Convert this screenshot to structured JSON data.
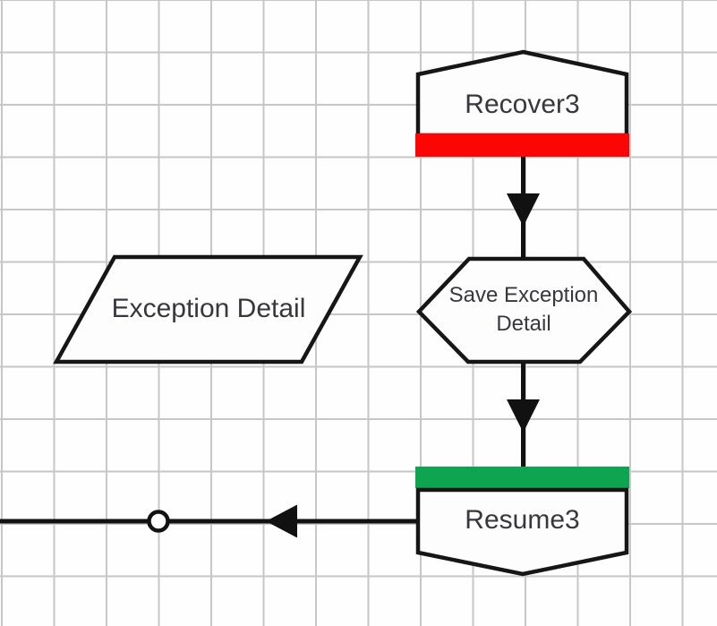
{
  "diagram": {
    "recover_stage": {
      "label": "Recover3"
    },
    "save_exception_stage": {
      "label": "Save Exception Detail"
    },
    "resume_stage": {
      "label": "Resume3"
    },
    "exception_detail_data_item": {
      "label": "Exception Detail"
    },
    "colors": {
      "recover_bar_red": "#fb0505",
      "resume_bar_green": "#0ea551",
      "shape_outline": "#161616",
      "connector_line": "#111111",
      "label_text": "#37373e",
      "grid_line": "#c7c7c7",
      "canvas_background": "#fefefe"
    }
  }
}
